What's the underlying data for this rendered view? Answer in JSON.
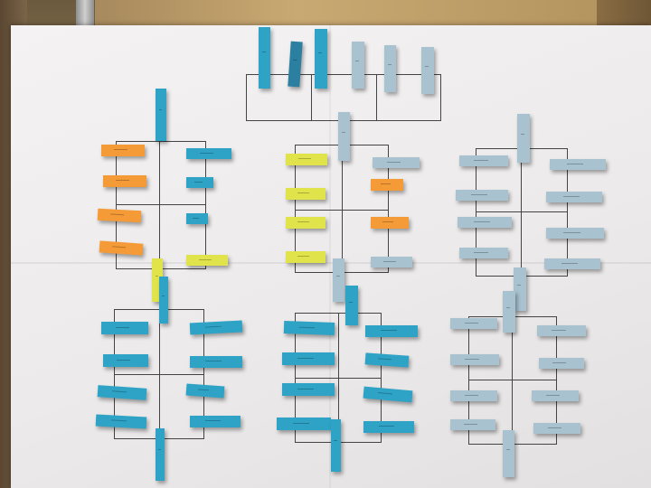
{
  "scene": {
    "colors": {
      "cyan": "#2fa3c6",
      "gray_blue": "#a9c2cf",
      "orange": "#f49a37",
      "yellow": "#e0e44a",
      "line": "#444444",
      "paper": "#eeecec"
    },
    "brackets": [
      {
        "name": "top-bracket",
        "color": "gray_blue"
      },
      {
        "name": "upper-left-bracket",
        "color": "orange"
      },
      {
        "name": "upper-middle-bracket",
        "color": "yellow"
      },
      {
        "name": "upper-right-bracket",
        "color": "gray_blue"
      },
      {
        "name": "lower-left-bracket",
        "color": "cyan"
      },
      {
        "name": "lower-middle-bracket",
        "color": "cyan"
      },
      {
        "name": "lower-right-bracket",
        "color": "gray_blue"
      }
    ]
  }
}
